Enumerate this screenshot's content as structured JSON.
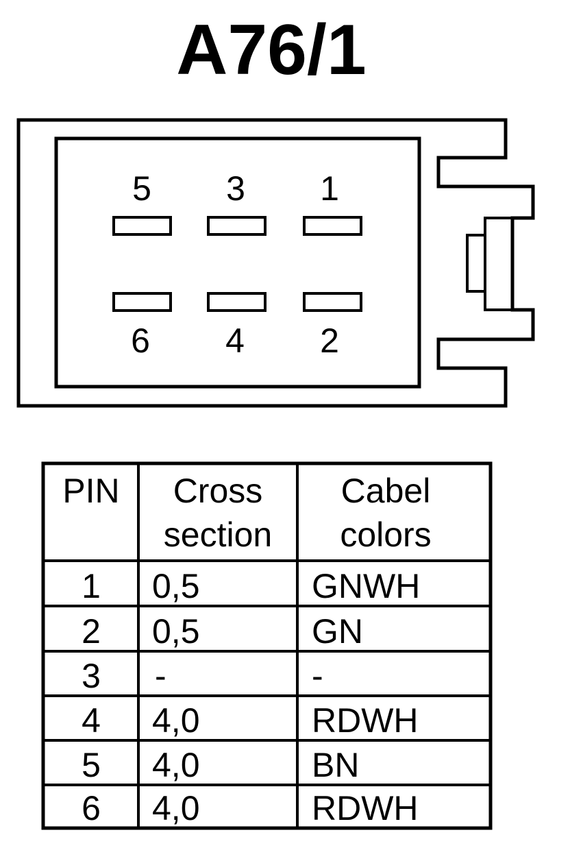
{
  "title": "A76/1",
  "connector": {
    "pins_top": [
      "5",
      "3",
      "1"
    ],
    "pins_bottom": [
      "6",
      "4",
      "2"
    ]
  },
  "table": {
    "headers": [
      [
        "PIN"
      ],
      [
        "Cross",
        "section"
      ],
      [
        "Cabel",
        "colors"
      ]
    ],
    "rows": [
      [
        "1",
        "0,5",
        "GNWH"
      ],
      [
        "2",
        "0,5",
        "GN"
      ],
      [
        "3",
        "-",
        "-"
      ],
      [
        "4",
        "4,0",
        "RDWH"
      ],
      [
        "5",
        "4,0",
        "BN"
      ],
      [
        "6",
        "4,0",
        "RDWH"
      ]
    ]
  },
  "colors": {
    "stroke": "#000000",
    "background": "#ffffff"
  }
}
